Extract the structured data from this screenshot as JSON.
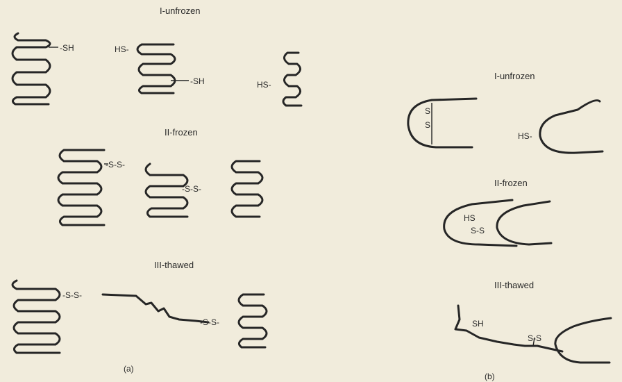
{
  "panel_a": {
    "stage1_title": "I-unfrozen",
    "stage2_title": "II-frozen",
    "stage3_title": "III-thawed",
    "sh": "-SH",
    "hs": "HS-",
    "ss": "-S-S-",
    "caption": "(a)"
  },
  "panel_b": {
    "stage1_title": "I-unfrozen",
    "stage2_title": "II-frozen",
    "stage3_title": "III-thawed",
    "s": "S",
    "hs": "HS",
    "hs_dash": "HS-",
    "ss": "S-S",
    "sh": "SH",
    "ss_dash": "S-S",
    "caption": "(b)"
  },
  "colors": {
    "ink": "#262626",
    "paper": "#f1ecdc"
  }
}
